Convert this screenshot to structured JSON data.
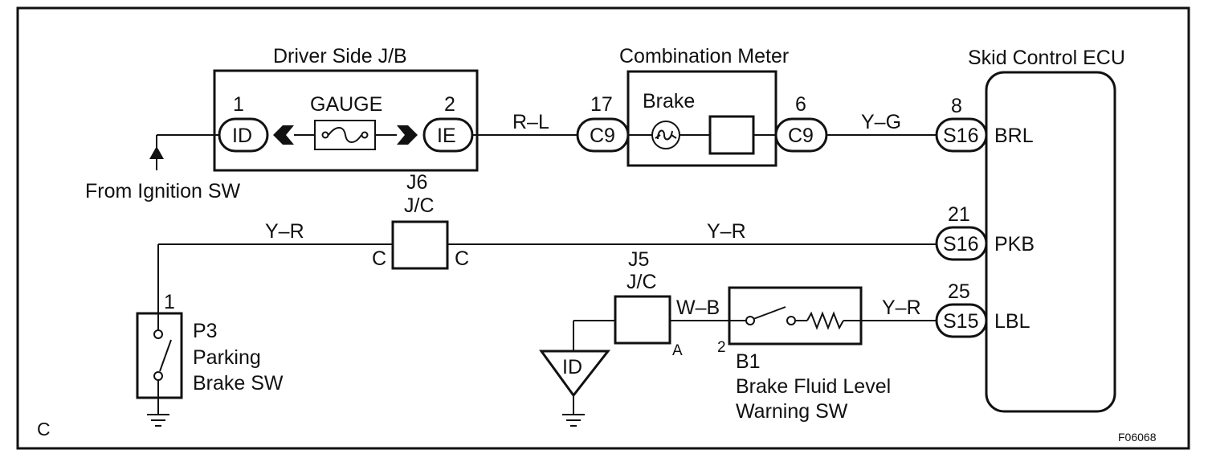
{
  "frame_corner_label": "C",
  "figure_code": "F06068",
  "driver_jb": {
    "title": "Driver Side J/B",
    "fuse_label": "GAUGE",
    "pin_left_num": "1",
    "pin_left_label": "ID",
    "pin_right_num": "2",
    "pin_right_label": "IE"
  },
  "ignition_label": "From Ignition SW",
  "combination_meter": {
    "title": "Combination Meter",
    "lamp_label": "Brake",
    "conn_in_num": "17",
    "conn_in_label": "C9",
    "conn_out_num": "6",
    "conn_out_label": "C9"
  },
  "ecu": {
    "title": "Skid Control ECU",
    "pins": [
      {
        "num": "8",
        "conn": "S16",
        "term": "BRL"
      },
      {
        "num": "21",
        "conn": "S16",
        "term": "PKB"
      },
      {
        "num": "25",
        "conn": "S15",
        "term": "LBL"
      }
    ]
  },
  "wires": {
    "rl": "R–L",
    "yg": "Y–G",
    "yr_left": "Y–R",
    "yr_mid": "Y–R",
    "wb": "W–B",
    "yr_right": "Y–R"
  },
  "j6": {
    "id": "J6",
    "type": "J/C",
    "pin_left": "C",
    "pin_right": "C"
  },
  "j5": {
    "id": "J5",
    "type": "J/C",
    "pin": "A"
  },
  "parking_sw": {
    "pin": "1",
    "id": "P3",
    "line1": "Parking",
    "line2": "Brake SW"
  },
  "fluid_sw": {
    "pin": "2",
    "id": "B1",
    "line1": "Brake Fluid Level",
    "line2": "Warning SW"
  },
  "ground_connector_label": "ID"
}
